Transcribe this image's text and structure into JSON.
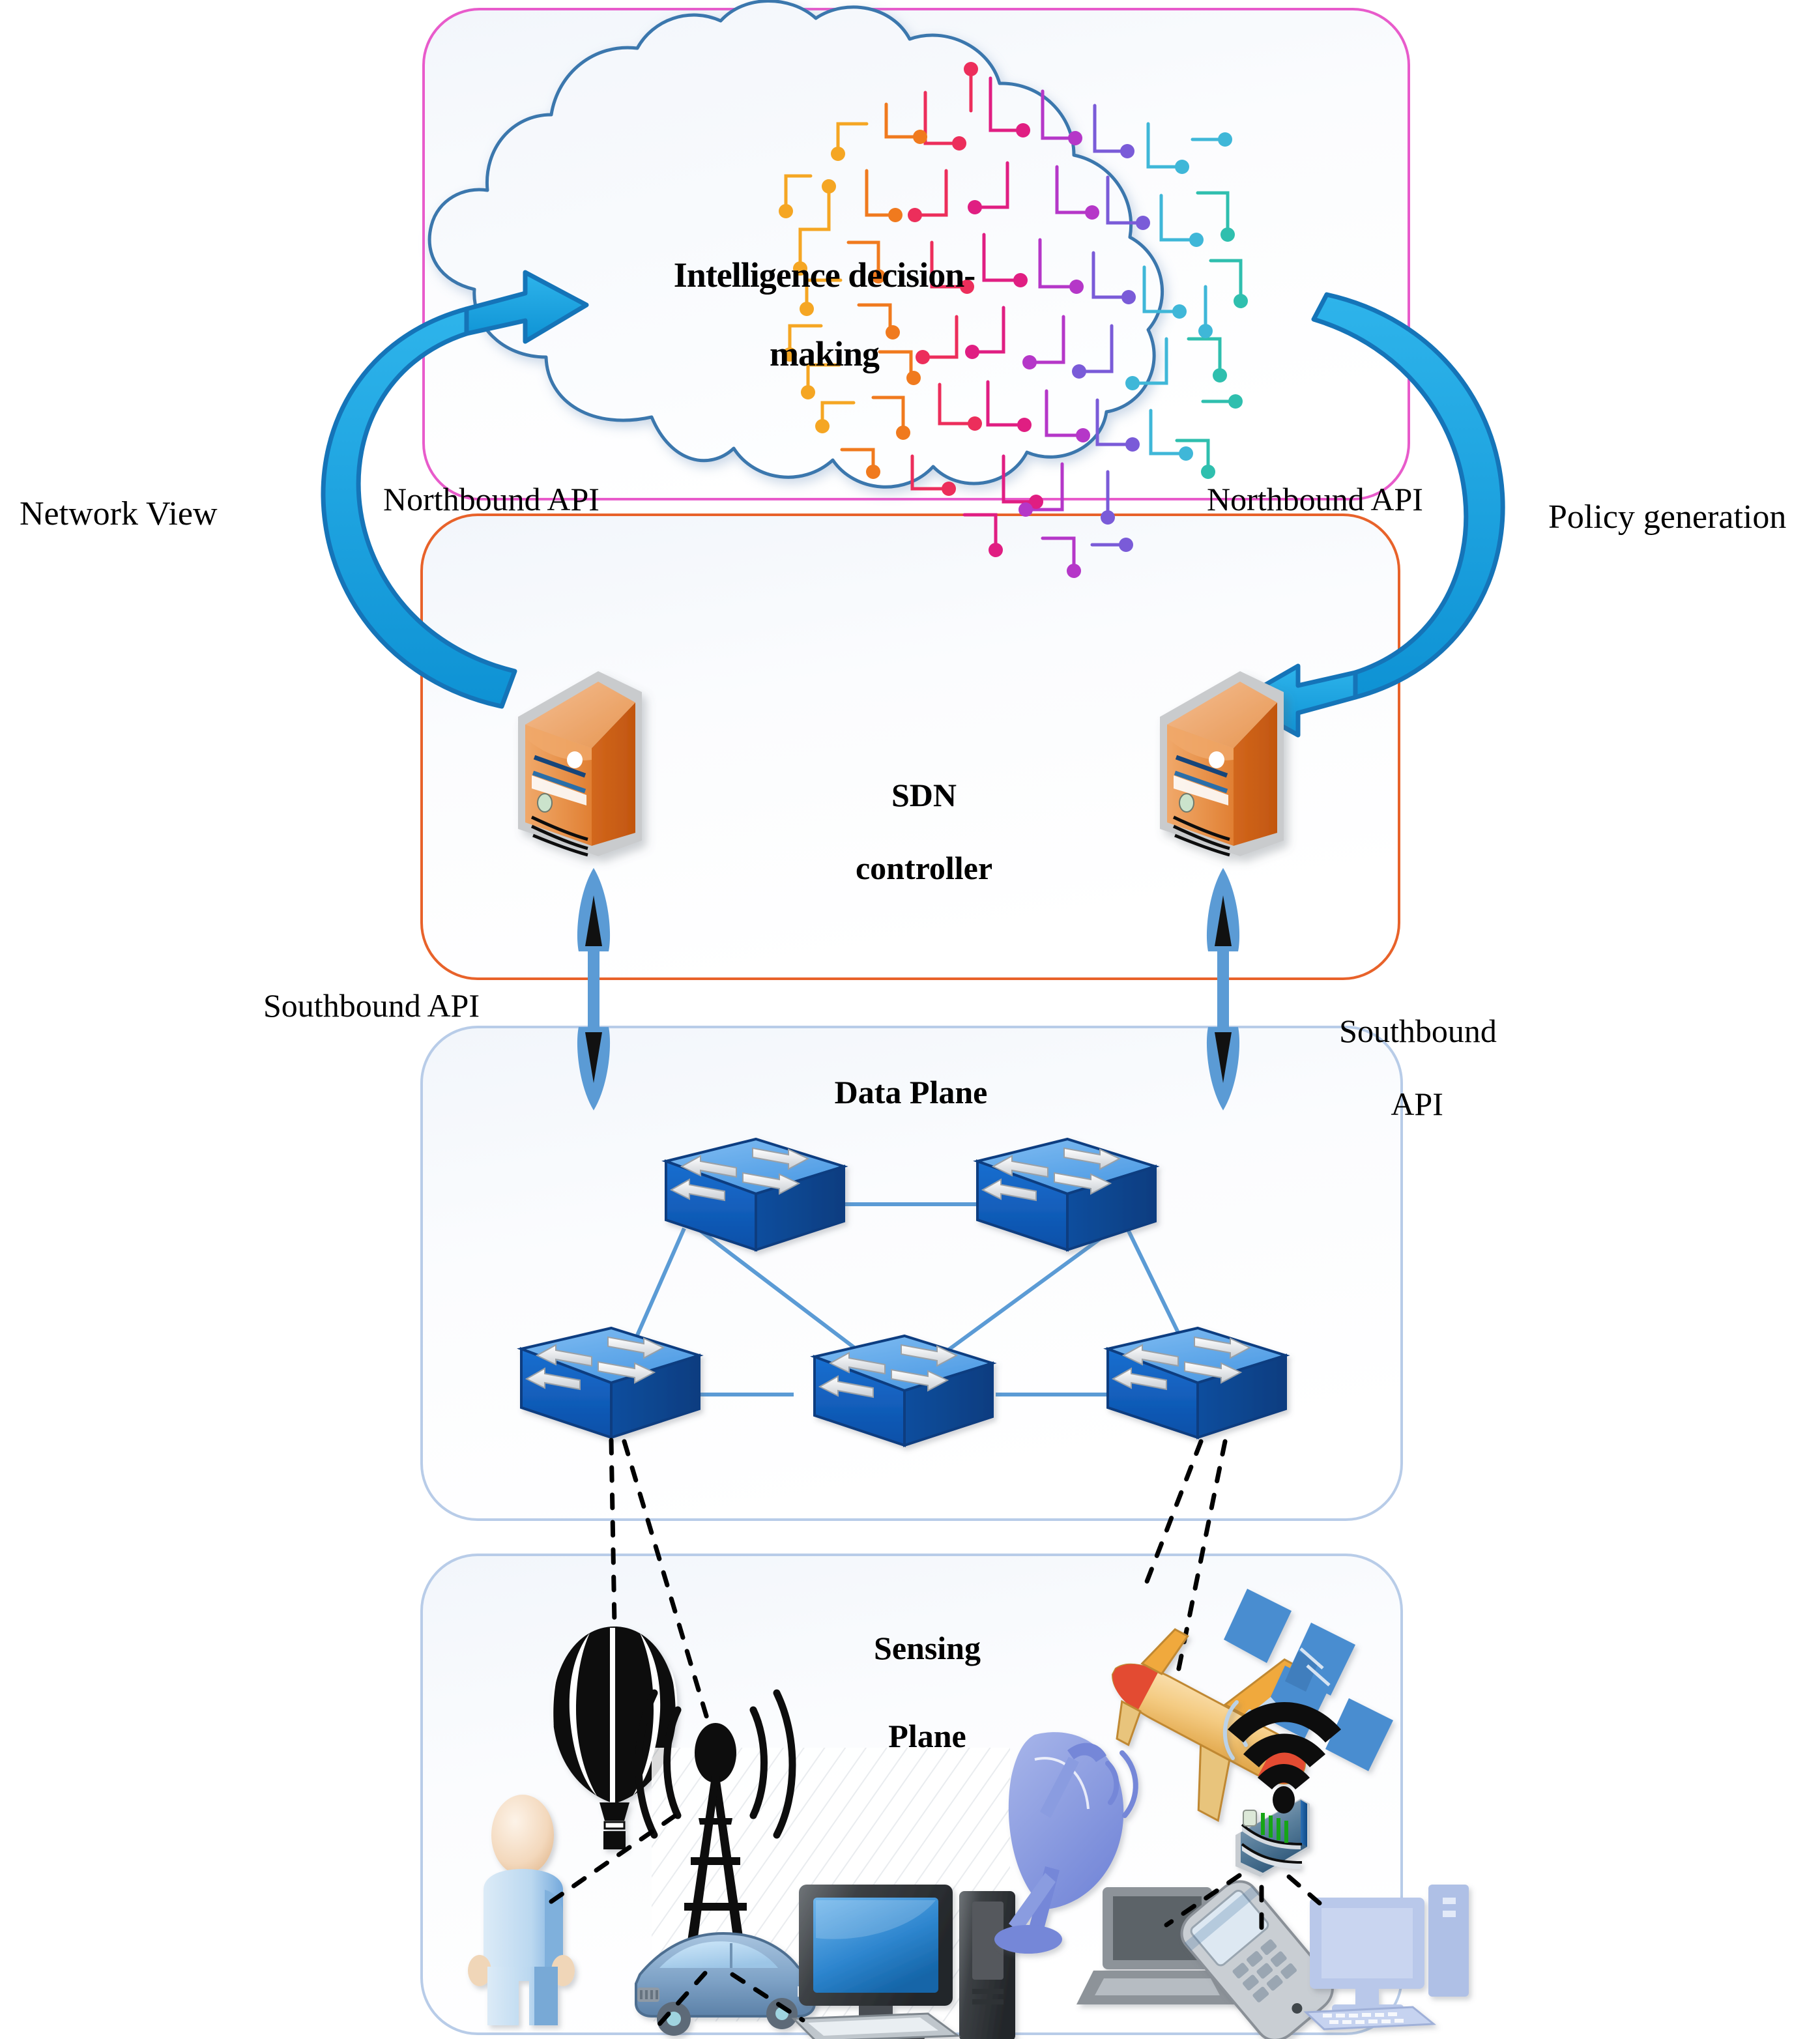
{
  "diagram": {
    "title": "SDN-based intelligent network architecture",
    "planes": [
      {
        "id": "intelligence-plane",
        "label": "Intelligence decision-making",
        "border_color": "#E85BCB"
      },
      {
        "id": "control-plane",
        "label": "SDN controller",
        "border_color": "#E8622A"
      },
      {
        "id": "data-plane",
        "label": "Data Plane",
        "border_color": "#B8CCE8"
      },
      {
        "id": "sensing-plane",
        "label": "Sensing Plane",
        "border_color": "#B8CCE8"
      }
    ],
    "cloud_label_line1": "Intelligence decision-",
    "cloud_label_line2": "making",
    "controller_label_line1": "SDN",
    "controller_label_line2": "controller",
    "data_plane_label": "Data Plane",
    "sensing_plane_label_line1": "Sensing",
    "sensing_plane_label_line2": "Plane",
    "edge_labels": {
      "network_view": "Network View",
      "policy_generation": "Policy generation",
      "northbound_api_left": "Northbound API",
      "northbound_api_right": "Northbound API",
      "southbound_api_left": "Southbound API",
      "southbound_api_right_line1": "Southbound",
      "southbound_api_right_line2": "API"
    },
    "colors": {
      "intelligence_border": "#E85BCB",
      "control_border": "#E8622A",
      "plane_border": "#B8CCE8",
      "cloud_stroke": "#3B77AD",
      "cloud_fill": "#F7F9FC",
      "flow_arrow": "#19A3E0",
      "flow_arrow_edge": "#1574B8",
      "api_arrow": "#5B9BD5",
      "switch_top": "#63A8E8",
      "switch_body": "#1263C4",
      "server_orange": "#E08A43",
      "server_orange_dark": "#C75B17",
      "link_line": "#5B9BD5",
      "dashed_link": "#000000"
    },
    "devices": {
      "switches": [
        {
          "name": "switch-top-left"
        },
        {
          "name": "switch-top-right"
        },
        {
          "name": "switch-bottom-left"
        },
        {
          "name": "switch-bottom-center"
        },
        {
          "name": "switch-bottom-right"
        }
      ],
      "servers": [
        {
          "name": "sdn-controller-server-left"
        },
        {
          "name": "sdn-controller-server-right"
        }
      ],
      "sensing": [
        {
          "name": "hot-air-balloon-icon"
        },
        {
          "name": "cell-tower-icon"
        },
        {
          "name": "satellite-dish-icon"
        },
        {
          "name": "airplane-icon"
        },
        {
          "name": "satellite-icon"
        },
        {
          "name": "person-icon"
        },
        {
          "name": "car-icon"
        },
        {
          "name": "desktop-computer-icon"
        },
        {
          "name": "wireless-router-icon"
        },
        {
          "name": "laptop-icon"
        },
        {
          "name": "mobile-phone-icon"
        },
        {
          "name": "desktop-pc-icon"
        }
      ]
    }
  }
}
